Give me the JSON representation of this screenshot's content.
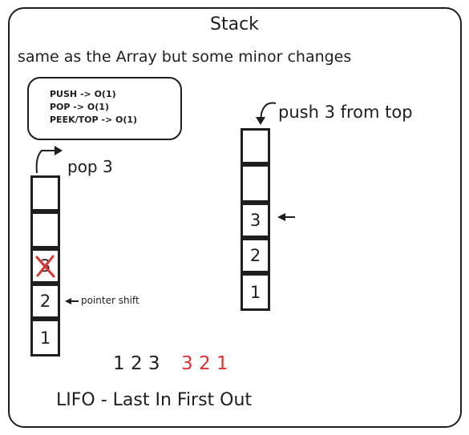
{
  "title": "Stack",
  "subtitle": "same as the Array but some minor changes",
  "complexity": [
    "PUSH -> O(1)",
    "POP -> O(1)",
    "PEEK/TOP -> O(1)"
  ],
  "pop_label": "pop 3",
  "push_label": "push 3 from top",
  "pointer_label": "pointer shift",
  "left_stack": [
    "",
    "",
    "3",
    "2",
    "1"
  ],
  "right_stack": [
    "",
    "",
    "3",
    "2",
    "1"
  ],
  "sequence": {
    "push_order": [
      "1",
      "2",
      "3"
    ],
    "pop_order": [
      "3",
      "2",
      "1"
    ]
  },
  "footer": "LIFO - Last In First Out",
  "colors": {
    "ink": "#1e1e1e",
    "highlight": "#e03131"
  }
}
